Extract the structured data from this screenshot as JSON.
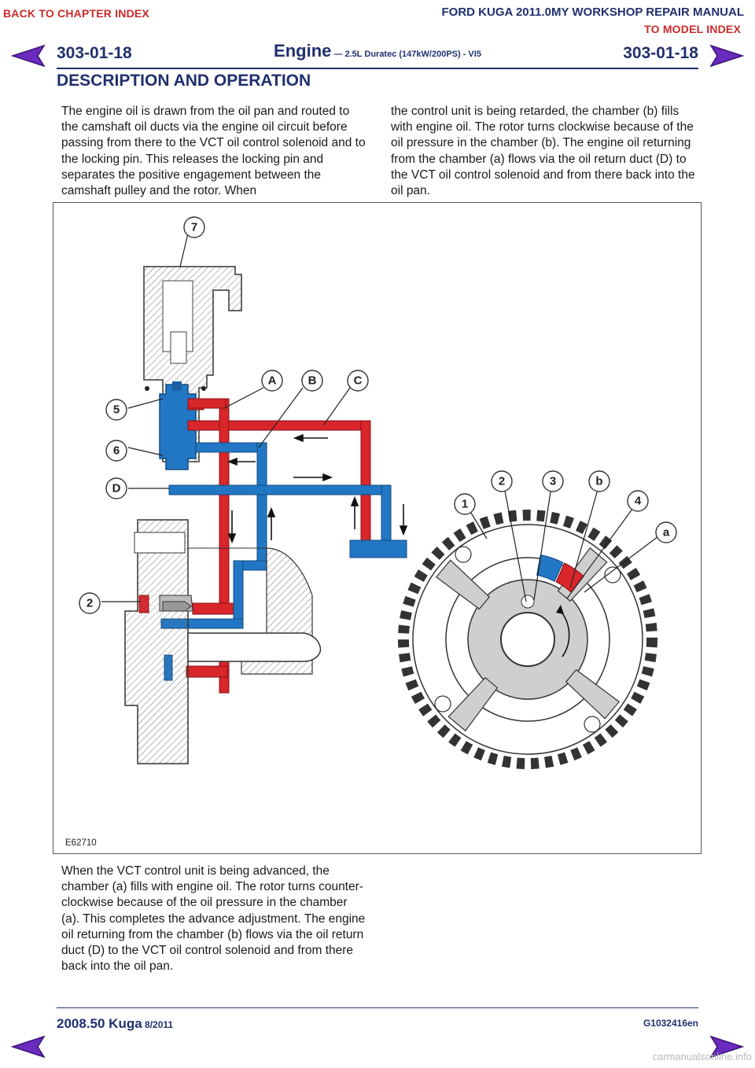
{
  "nav": {
    "back_chapter": "BACK TO CHAPTER INDEX",
    "manual_title": "FORD KUGA 2011.0MY WORKSHOP REPAIR MANUAL",
    "to_model": "TO MODEL INDEX"
  },
  "header": {
    "page_code": "303-01-18",
    "engine": "Engine",
    "engine_sub": " — 2.5L Duratec (147kW/200PS) - VI5",
    "section": "DESCRIPTION AND OPERATION"
  },
  "body": {
    "para_left": "The engine oil is drawn from the oil pan and routed to the camshaft oil ducts via the engine oil circuit before passing from there to the VCT oil control solenoid and to the locking pin. This releases the locking pin and separates the positive engagement between the camshaft pulley and the rotor. When",
    "para_right": "the control unit is being retarded, the chamber (b) fills with engine oil. The rotor turns clockwise because of the oil pressure in the chamber (b). The engine oil returning from the chamber (a) flows via the oil return duct (D) to the VCT oil control solenoid and from there back into the oil pan.",
    "para_bottom": "When the VCT control unit is being advanced, the chamber (a) fills with engine oil. The rotor turns counter-clockwise because of the oil pressure in the chamber (a). This completes the advance adjustment. The engine oil returning from the chamber (b) flows via the oil return duct (D) to the VCT oil control solenoid and from there back into the oil pan."
  },
  "figure": {
    "code": "E62710",
    "callouts": {
      "c7": "7",
      "cA": "A",
      "cB": "B",
      "cC": "C",
      "c5": "5",
      "c6": "6",
      "cD": "D",
      "c2L": "2",
      "c1": "1",
      "c2R": "2",
      "c3": "3",
      "cb": "b",
      "c4": "4",
      "ca": "a"
    }
  },
  "footer": {
    "model": "2008.50 Kuga",
    "date": " 8/2011",
    "doc_code": "G1032416en"
  },
  "watermark": "carmanualsonline.info",
  "colors": {
    "navy": "#20306e",
    "link_red": "#cc2a2a",
    "oil_red": "#d8262b",
    "oil_blue": "#2277c4"
  }
}
